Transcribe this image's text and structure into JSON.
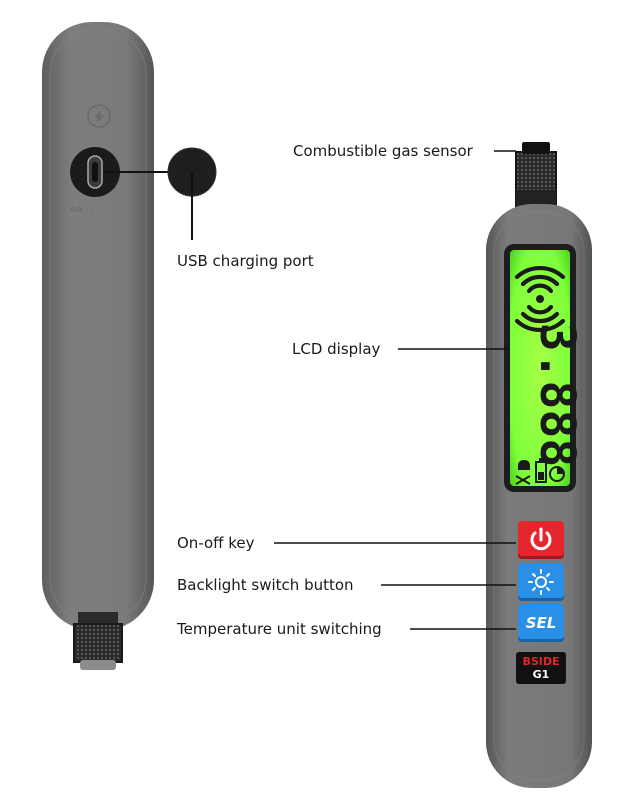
{
  "labels": {
    "gas_sensor": "Combustible gas sensor",
    "usb_port": "USB charging port",
    "lcd": "LCD display",
    "on_off": "On-off key",
    "backlight": "Backlight switch button",
    "temp_unit": "Temperature unit switching"
  },
  "device": {
    "brand": "BSIDE",
    "model": "G1",
    "sel_key": "SEL",
    "lcd_readout": "3.888"
  },
  "colors": {
    "body": "#767676",
    "lcd_green": "#7dff3a",
    "power_key": "#e5262d",
    "backlight_key": "#2a8fe6",
    "sel_key": "#2a8fe6"
  },
  "icons": [
    "power-icon",
    "sun-icon",
    "bell-mute-icon",
    "battery-icon",
    "signal-waves-icon"
  ]
}
